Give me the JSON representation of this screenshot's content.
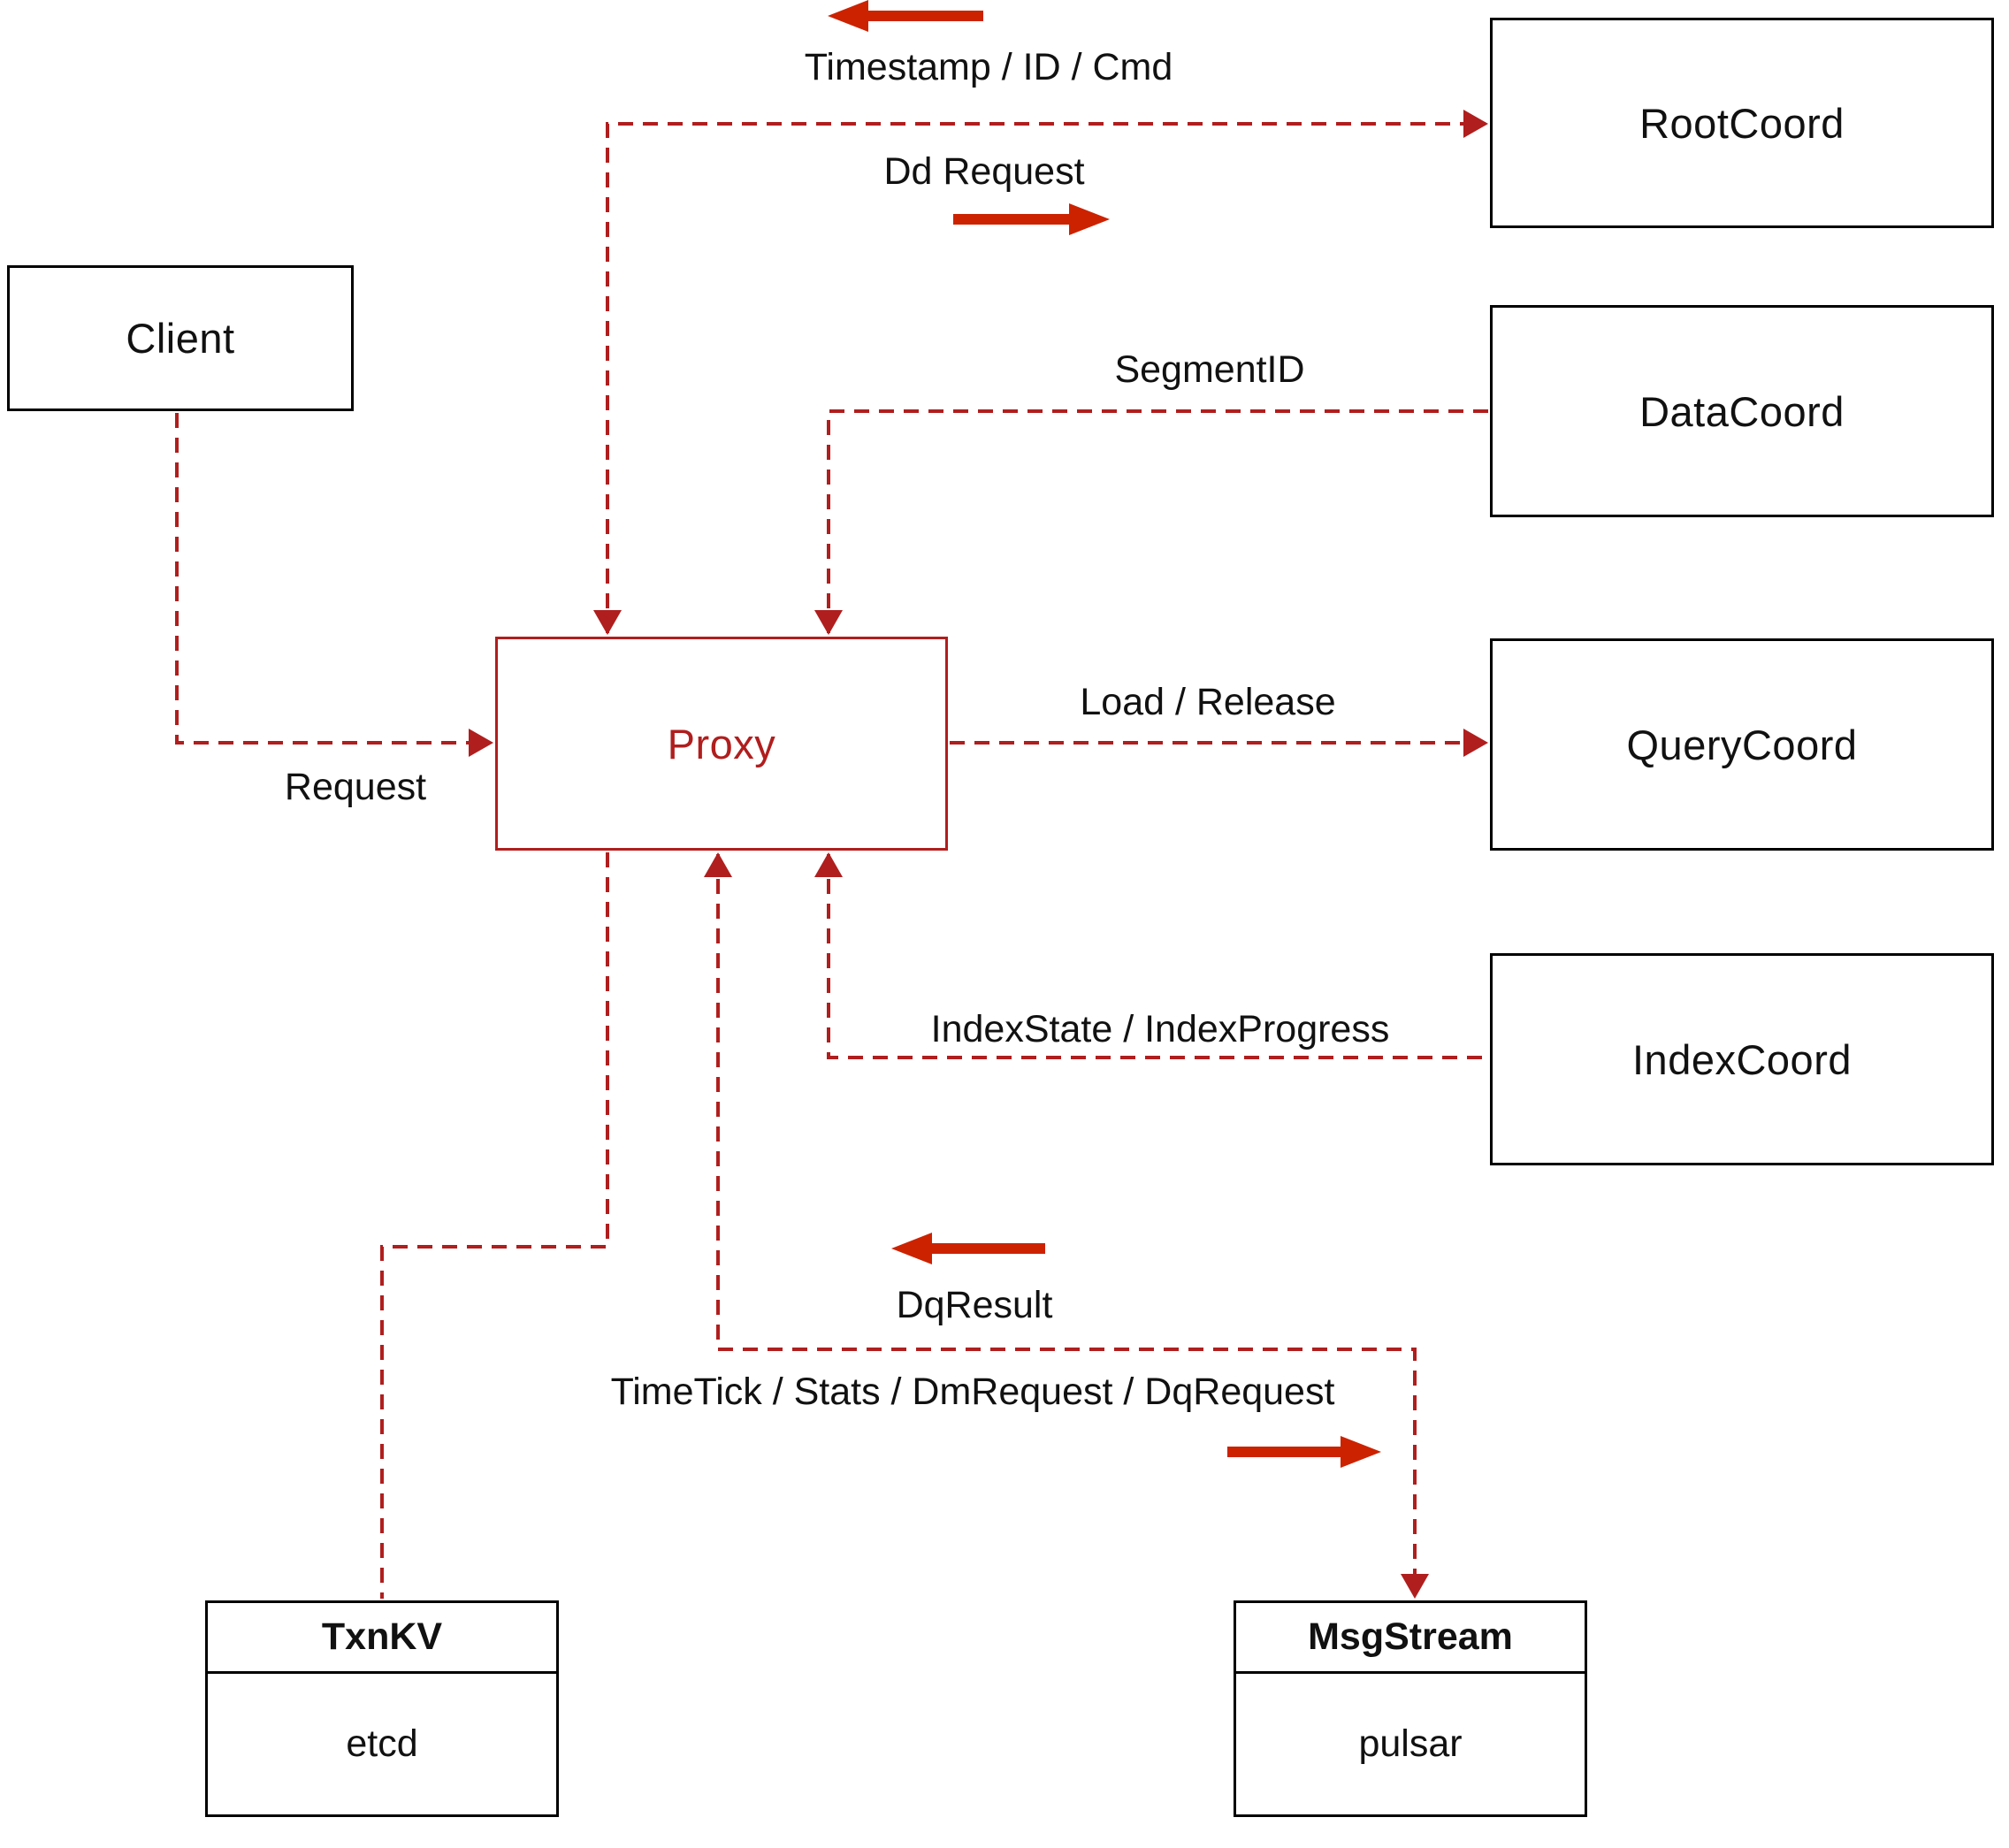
{
  "diagram": {
    "nodes": {
      "client": {
        "label": "Client"
      },
      "proxy": {
        "label": "Proxy"
      },
      "rootcoord": {
        "label": "RootCoord"
      },
      "datacoord": {
        "label": "DataCoord"
      },
      "querycoord": {
        "label": "QueryCoord"
      },
      "indexcoord": {
        "label": "IndexCoord"
      },
      "txnkv": {
        "title": "TxnKV",
        "body": "etcd"
      },
      "msgstream": {
        "title": "MsgStream",
        "body": "pulsar"
      }
    },
    "edge_labels": {
      "timestamp": "Timestamp / ID / Cmd",
      "dd_request": "Dd Request",
      "segment_id": "SegmentID",
      "load_release": "Load / Release",
      "index_state": "IndexState / IndexProgress",
      "request": "Request",
      "dq_result": "DqResult",
      "timetick": "TimeTick / Stats / DmRequest / DqRequest"
    },
    "colors": {
      "line_red": "#b01e1e",
      "arrow_red": "#cc2200",
      "box_border": "#000000",
      "background": "#ffffff"
    }
  }
}
